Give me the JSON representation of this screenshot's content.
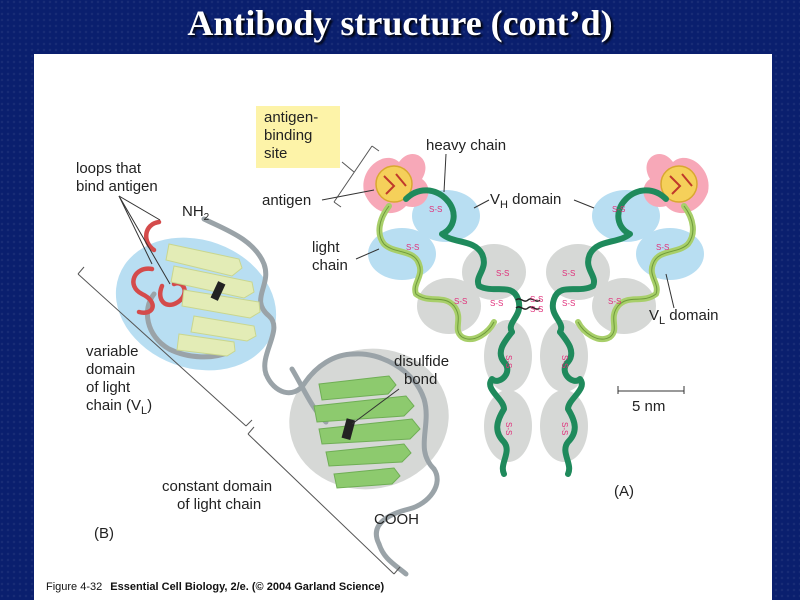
{
  "slide": {
    "title": "Antibody structure (cont’d)"
  },
  "figure": {
    "panel_b": {
      "loops_label": [
        "loops that",
        "bind antigen"
      ],
      "nh2_label": "NH",
      "nh2_sub": "2",
      "variable_domain_label": [
        "variable",
        "domain",
        "of light",
        "chain (V",
        "L",
        ")"
      ],
      "disulfide_label": [
        "disulfide",
        "bond"
      ],
      "constant_domain_label": [
        "constant domain",
        "of light chain"
      ],
      "cooh_label": "COOH",
      "panel_letter": "(B)"
    },
    "panel_a": {
      "antigen_binding_site_label": [
        "antigen-",
        "binding",
        "site"
      ],
      "heavy_chain_label": "heavy chain",
      "antigen_label": "antigen",
      "vh_domain_label": {
        "v": "V",
        "sub": "H",
        "rest": " domain"
      },
      "light_chain_label": [
        "light",
        "chain"
      ],
      "vl_domain_label": {
        "v": "V",
        "sub": "L",
        "rest": " domain"
      },
      "scale_label": "5 nm",
      "panel_letter": "(A)",
      "ss_label": "S-S"
    },
    "caption": {
      "figure_number": "Figure 4-32",
      "source": "Essential Cell Biology, 2/e. (© 2004 Garland Science)"
    },
    "colors": {
      "heavy_chain": "#1f8a5c",
      "light_chain": "#a8cf6a",
      "variable_domain_bg": "#b8def2",
      "constant_domain_bg": "#d6d8d6",
      "antigen": "#f5d05a",
      "binding_site": "#f7a8b8",
      "label_box": "#fdf3a8"
    }
  }
}
